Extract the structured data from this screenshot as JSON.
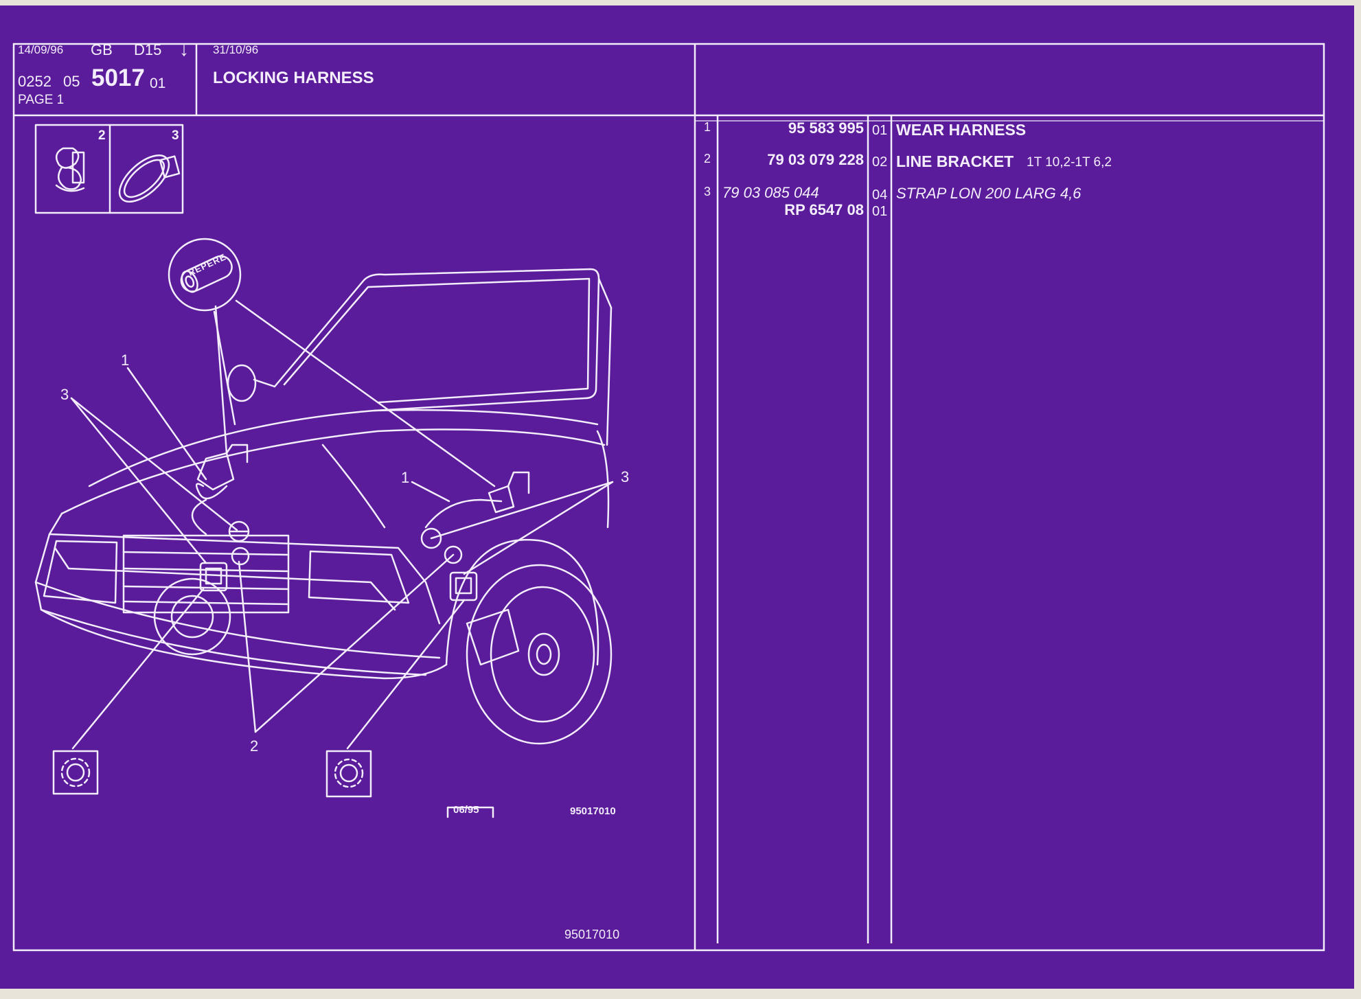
{
  "header": {
    "date_left": "14/09/96",
    "lang": "GB",
    "model": "D15",
    "arrow": "↓",
    "ref_prefix": "0252",
    "ref_group": "05",
    "ref_main": "5017",
    "ref_suffix": "01",
    "page": "PAGE 1",
    "date_right": "31/10/96",
    "title": "LOCKING HARNESS"
  },
  "parts": [
    {
      "item": "1",
      "number": "95 583 995",
      "qty": "01",
      "name": "WEAR HARNESS",
      "detail": ""
    },
    {
      "item": "2",
      "number": "79 03 079 228",
      "qty": "02",
      "name": "LINE BRACKET",
      "detail": "1T 10,2-1T 6,2"
    },
    {
      "item": "3",
      "number": "79 03 085 044",
      "qty": "04",
      "name": "STRAP LON 200 LARG 4,6",
      "detail": ""
    },
    {
      "item": "",
      "number": "RP 6547 08",
      "qty": "01",
      "name": "",
      "detail": ""
    }
  ],
  "diagram": {
    "inset_labels": [
      "2",
      "3"
    ],
    "tag_text": "REPERE",
    "callouts": [
      "1",
      "1",
      "3",
      "3",
      "2"
    ],
    "edition": "06/95",
    "drawing_ref": "95017010"
  },
  "footer": {
    "drawing_ref": "95017010"
  },
  "colors": {
    "background": "#5a1c9a",
    "lines": "#f4eefc",
    "page": "#e9e4da"
  }
}
